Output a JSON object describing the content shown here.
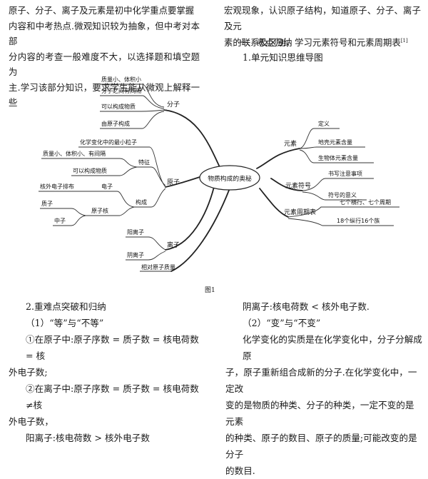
{
  "intro": {
    "left_lines": [
      "原子、分子、离子及元素是初中化学重点要掌握",
      "内容和中考热点.微观知识较为抽象，但中考对本部",
      "分内容的考查一般难度不大，以选择题和填空题为",
      "主.学习该部分知识，要求学生能从微观上解释一些"
    ],
    "right_lines": [
      "宏观现象，认识原子结构，知道原子、分子、离子及元",
      "素的联系及区别，学习元素符号和元素周期表"
    ],
    "cite": "[1]"
  },
  "section1": {
    "title": "一、考点归纳",
    "subtitle": "1.单元知识思维导图"
  },
  "mindmap": {
    "center": "物质构成的奥秘",
    "molecule": {
      "label": "分子",
      "items": [
        "质量小、体积小",
        "分子之间有间隔",
        "可以构成物质",
        "由原子构成"
      ]
    },
    "atom": {
      "label": "原子",
      "first": "化学变化中的最小粒子",
      "features": {
        "label": "特征",
        "items": [
          "质量小、体积小、有间隔",
          "可以构成物质"
        ]
      },
      "structure": {
        "label": "构成",
        "electron": {
          "label": "电子",
          "item": "核外电子排布"
        },
        "nucleus": {
          "label": "原子核",
          "items": [
            "质子",
            "中子"
          ]
        }
      }
    },
    "ion": {
      "label": "离子",
      "items": [
        "阳离子",
        "阴离子"
      ]
    },
    "rel_mass": "相对原子质量",
    "element": {
      "label": "元素",
      "items": [
        "定义",
        "地壳元素含量",
        "生物体元素含量"
      ]
    },
    "symbol": {
      "label": "元素符号",
      "items": [
        "书写注意事项",
        "符号的意义"
      ]
    },
    "table": {
      "label": "元素周期表",
      "items": [
        "七个横行、七个周期",
        "18个纵行16个族"
      ]
    }
  },
  "figure_caption": "图1",
  "section2": {
    "title": "2.重难点突破和归纳",
    "sub1": "（1）“等”与“不等”",
    "p1a": "①在原子中:原子序数 = 质子数 = 核电荷数 = 核",
    "p1b": "外电子数;",
    "p2a": "②在离子中:原子序数 = 质子数 = 核电荷数≠核",
    "p2b": "外电子数，",
    "cation": "阳离子:核电荷数 > 核外电子数",
    "anion": "阴离子:核电荷数 < 核外电子数.",
    "sub2": "（2）“变”与“不变”",
    "change_lines": [
      "化学变化的实质是在化学变化中，分子分解成原",
      "子，原子重新组合成新的分子.在化学变化中，一定改",
      "变的是物质的种类、分子的种类，一定不变的是元素",
      "的种类、原子的数目、原子的质量;可能改变的是分子",
      "的数目."
    ]
  }
}
